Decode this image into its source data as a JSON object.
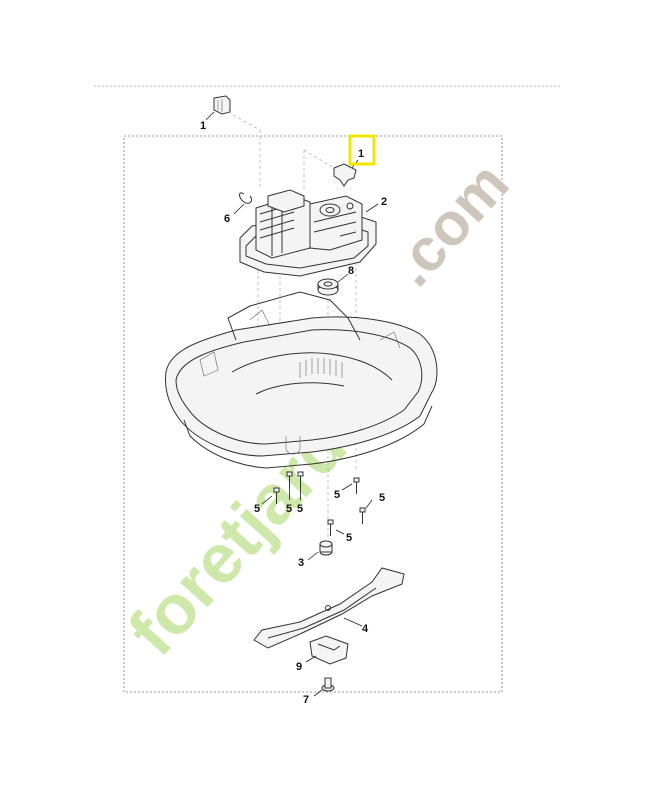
{
  "watermark": {
    "text_main": "foretjardin",
    "text_suffix": ".com",
    "color_main": "#c8e6a0",
    "color_accent": "#f2c27a",
    "color_suffix": "#c9bfb4"
  },
  "highlight": {
    "color": "#f2e600",
    "label": "1"
  },
  "callouts": {
    "c1_top": "1",
    "c2": "2",
    "c3": "3",
    "c4": "4",
    "c5": "5",
    "c6": "6",
    "c7": "7",
    "c8": "8",
    "c9": "9"
  }
}
